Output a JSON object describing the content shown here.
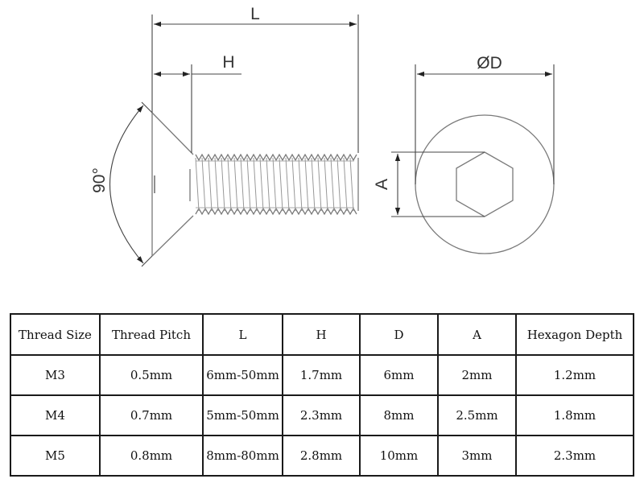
{
  "diagram": {
    "labels": {
      "length": "L",
      "head_height": "H",
      "angle": "90°",
      "diameter": "ØD",
      "hex_size": "A"
    }
  },
  "table": {
    "headers": [
      "Thread Size",
      "Thread Pitch",
      "L",
      "H",
      "D",
      "A",
      "Hexagon Depth"
    ],
    "rows": [
      [
        "M3",
        "0.5mm",
        "6mm-50mm",
        "1.7mm",
        "6mm",
        "2mm",
        "1.2mm"
      ],
      [
        "M4",
        "0.7mm",
        "5mm-50mm",
        "2.3mm",
        "8mm",
        "2.5mm",
        "1.8mm"
      ],
      [
        "M5",
        "0.8mm",
        "8mm-80mm",
        "2.8mm",
        "10mm",
        "3mm",
        "2.3mm"
      ]
    ]
  },
  "colors": {
    "line": "#777777",
    "dim_line": "#555555",
    "border": "#1a1a1a"
  }
}
